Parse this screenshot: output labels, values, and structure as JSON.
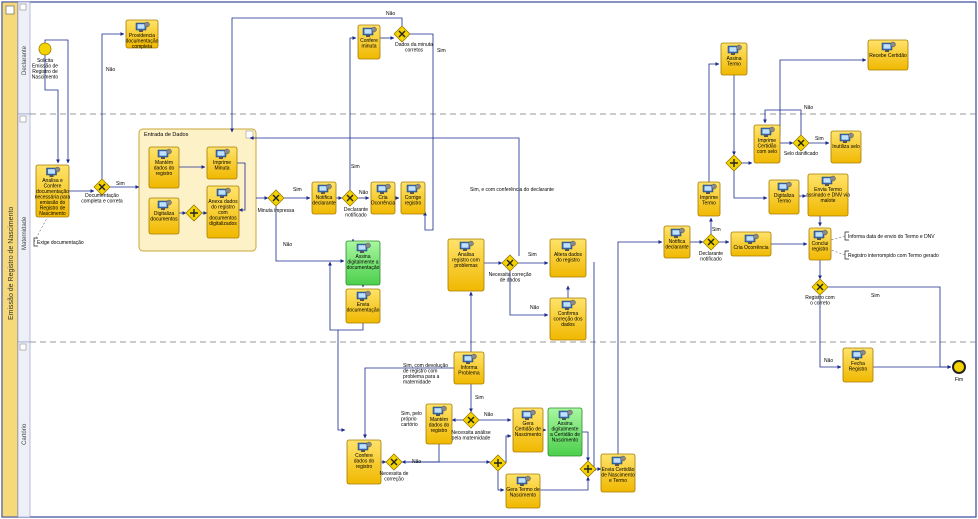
{
  "pool": {
    "title": "Emissão de Registro de Nascimento"
  },
  "lanes": [
    {
      "id": "declarante",
      "label": "Declarante"
    },
    {
      "id": "maternidade",
      "label": "Maternidade"
    },
    {
      "id": "cartorio",
      "label": "Cartório"
    }
  ],
  "subprocess": {
    "title": "Entrada de Dados"
  },
  "events": {
    "start": [
      "Solicita",
      "Emissão de",
      "Registro de",
      "Nascimento"
    ],
    "end": [
      "Fim"
    ]
  },
  "tasks": {
    "t_prov_doc": [
      "Providencia",
      "documentação",
      "completa"
    ],
    "t_analisa": [
      "Analisa e",
      "Confere",
      "documentação",
      "necessária para",
      "emissão do",
      "Registro de",
      "Nascimento"
    ],
    "t_mantem1": [
      "Mantém",
      "dados do",
      "registro"
    ],
    "t_imprime_minuta": [
      "Imprime",
      "Minuta"
    ],
    "t_digitaliza_docs": [
      "Digitaliza",
      "documentos"
    ],
    "t_anexa_dados": [
      "Anexa dados",
      "do registro",
      "com",
      "documentos",
      "digitalizados"
    ],
    "t_notifica1": [
      "Notifica",
      "declarante"
    ],
    "t_confere_minuta": [
      "Confere",
      "minuta"
    ],
    "t_cria_ocorr1": [
      "Cria",
      "Ocorrência"
    ],
    "t_corrige": [
      "Corrige",
      "registro"
    ],
    "t_assina_doc": [
      "Assina",
      "digitalmente a",
      "documentação"
    ],
    "t_envia_doc": [
      "Envia",
      "documentação"
    ],
    "t_analisa_problemas": [
      "Analisa",
      "registro com",
      "problemas"
    ],
    "t_altera_dados": [
      "Altera dados",
      "do registro"
    ],
    "t_confirma_correcao": [
      "Confirma",
      "correção dos",
      "dados"
    ],
    "t_informa_problema": [
      "Informa",
      "Problema"
    ],
    "t_confere_dados": [
      "Confere",
      "dados do",
      "registro"
    ],
    "t_mantem2": [
      "Mantém",
      "dados do",
      "registro"
    ],
    "t_gera_certidao": [
      "Gera",
      "Certidão de",
      "Nascimento"
    ],
    "t_assina_certidao": [
      "Assina",
      "digitalmente",
      "a Certidão de",
      "Nascimento"
    ],
    "t_gera_termo": [
      "Gera Termo de",
      "Nascimento"
    ],
    "t_envia_certidao": [
      "Envia Certidão",
      "de Nascimento",
      "e Termo"
    ],
    "t_notifica2": [
      "Notifica",
      "declarante"
    ],
    "t_imprime_termo": [
      "Imprime",
      "Termo"
    ],
    "t_assina_termo": [
      "Assina",
      "Termo"
    ],
    "t_imprime_cert_selo": [
      "Imprime",
      "Certidão",
      "com selo"
    ],
    "t_inutiliza_selo": [
      "Inutiliza selo"
    ],
    "t_recebe_certidao": [
      "Recebe Certidão"
    ],
    "t_digitaliza_termo": [
      "Digitaliza",
      "Termo"
    ],
    "t_envia_termo": [
      "Envia Termo",
      "assinado e DNV via",
      "malote"
    ],
    "t_cria_ocorr2": [
      "Cria Ocorrência"
    ],
    "t_conclui": [
      "Conclui",
      "registro"
    ],
    "t_fecha": [
      "Fecha",
      "Registro"
    ]
  },
  "gateway_labels": {
    "g_doc_completa": [
      "Documentação",
      "completa e correta"
    ],
    "g_minuta": [
      "Minuta impressa"
    ],
    "g_notificado1": [
      "Declarante",
      "notificado"
    ],
    "g_dados_minuta": [
      "Dados da minuta",
      "corretos"
    ],
    "g_nec_correcao_dados": [
      "Necessita correção",
      "de dados"
    ],
    "g_nec_analise": [
      "Necessita análise",
      "pela maternidade"
    ],
    "g_nec_correcao": [
      "Necessita de",
      "correção"
    ],
    "g_notificado2": [
      "Declarante",
      "notificado"
    ],
    "g_selo": [
      "Selo danificado"
    ],
    "g_registro_correto": [
      "Registro com",
      "o correto"
    ]
  },
  "edge_labels": {
    "sim": "Sim",
    "nao": "Não",
    "nao2": "Não",
    "sim_conformidade": "Sim, e com conferência do declarante",
    "sim_devolucao": [
      "Sim, com devolução",
      "de registro com",
      "problema para a",
      "maternidade"
    ],
    "sim_proprio": [
      "Sim, pelo",
      "próprio",
      "cartório"
    ]
  },
  "annotations": {
    "a_exige": "Exige documentação",
    "a_informa_data": "Informa data de envio do Termo e DNV",
    "a_registro_interrompido": "Registro interrompido com Termo gerado"
  },
  "colors": {
    "task_fill": "#f5c518",
    "task_stroke": "#a67c00",
    "task_green": "#66dd66",
    "gateway_fill": "#f5d300",
    "lane_fill": "#ffffff",
    "subprocess_fill": "#fdf1c8",
    "pool_band": "#f5d97a",
    "edge": "#1a2a8c",
    "event_fill": "#f5d300"
  }
}
